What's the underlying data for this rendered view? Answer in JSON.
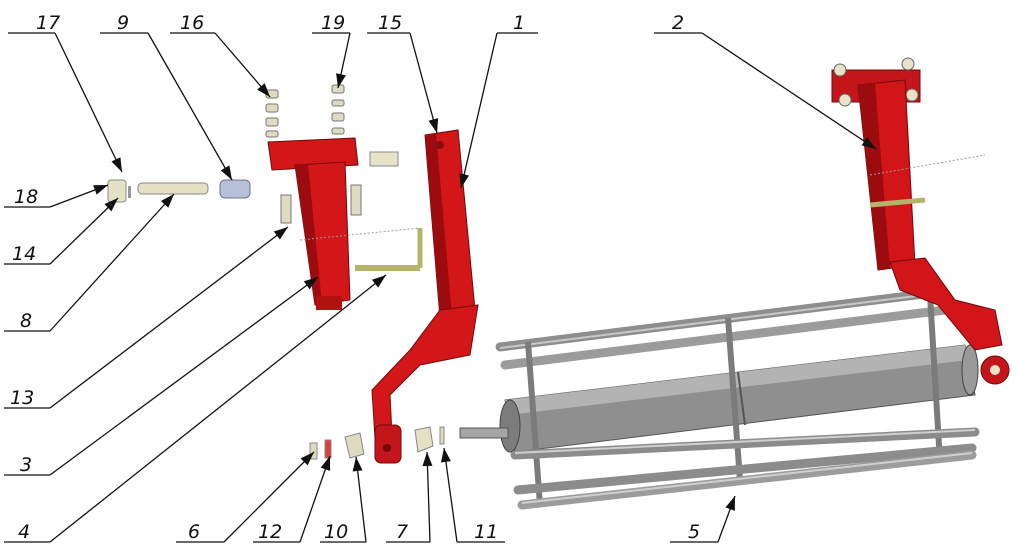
{
  "colors": {
    "frame": "#d31618",
    "frame_dark": "#8c0b0c",
    "roller": "#8a8a8a",
    "bar": "#9a9a9a",
    "hardware": "#d9d6b8",
    "pin": "#b9b97a"
  },
  "callouts": [
    {
      "id": "17",
      "label": "17"
    },
    {
      "id": "9",
      "label": "9"
    },
    {
      "id": "16",
      "label": "16"
    },
    {
      "id": "19",
      "label": "19"
    },
    {
      "id": "15",
      "label": "15"
    },
    {
      "id": "1",
      "label": "1"
    },
    {
      "id": "2",
      "label": "2"
    },
    {
      "id": "18",
      "label": "18"
    },
    {
      "id": "14",
      "label": "14"
    },
    {
      "id": "8",
      "label": "8"
    },
    {
      "id": "13",
      "label": "13"
    },
    {
      "id": "3",
      "label": "3"
    },
    {
      "id": "4",
      "label": "4"
    },
    {
      "id": "6",
      "label": "6"
    },
    {
      "id": "12",
      "label": "12"
    },
    {
      "id": "10",
      "label": "10"
    },
    {
      "id": "7",
      "label": "7"
    },
    {
      "id": "11",
      "label": "11"
    },
    {
      "id": "5",
      "label": "5"
    }
  ]
}
